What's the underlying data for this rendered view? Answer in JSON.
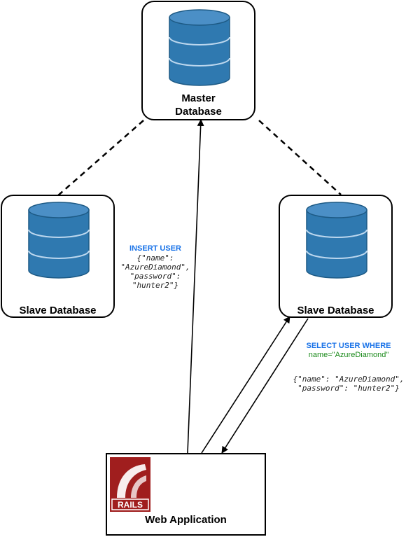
{
  "nodes": {
    "master": {
      "line1": "Master",
      "line2": "Database"
    },
    "slave_left": {
      "label": "Slave Database"
    },
    "slave_right": {
      "label": "Slave Database"
    },
    "web_app": {
      "label": "Web Application",
      "logo_text": "RAILS"
    }
  },
  "annotations": {
    "insert": {
      "title": "INSERT USER",
      "line1": "{\"name\":",
      "line2": "\"AzureDiamond\",",
      "line3": "\"password\":",
      "line4": "\"hunter2\"}"
    },
    "select": {
      "title": "SELECT USER WHERE",
      "condition": "name=\"AzureDiamond\""
    },
    "response": {
      "line1": "{\"name\": \"AzureDiamond\",",
      "line2": "\"password\": \"hunter2\"}"
    }
  },
  "colors": {
    "db_fill": "#2f79b0",
    "db_top": "#4b8fc6",
    "query_blue": "#1a73e8",
    "query_green": "#1a8a1a",
    "rails_red": "#a01e1e"
  }
}
